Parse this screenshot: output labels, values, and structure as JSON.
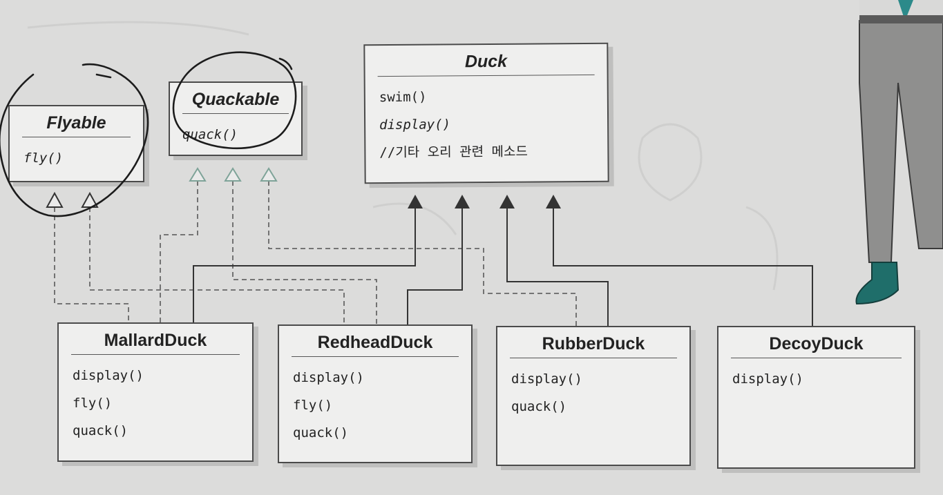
{
  "classes": {
    "duck": {
      "name": "Duck",
      "methods": [
        "swim()",
        "display()",
        "//기타 오리 관련 메소드"
      ]
    },
    "flyable": {
      "name": "Flyable",
      "methods": [
        "fly()"
      ]
    },
    "quackable": {
      "name": "Quackable",
      "methods": [
        "quack()"
      ]
    },
    "mallard": {
      "name": "MallardDuck",
      "methods": [
        "display()",
        "fly()",
        "quack()"
      ]
    },
    "redhead": {
      "name": "RedheadDuck",
      "methods": [
        "display()",
        "fly()",
        "quack()"
      ]
    },
    "rubber": {
      "name": "RubberDuck",
      "methods": [
        "display()",
        "quack()"
      ]
    },
    "decoy": {
      "name": "DecoyDuck",
      "methods": [
        "display()"
      ]
    }
  },
  "relations": {
    "inherits_duck": [
      "MallardDuck",
      "RedheadDuck",
      "RubberDuck",
      "DecoyDuck"
    ],
    "implements_flyable": [
      "MallardDuck",
      "RedheadDuck"
    ],
    "implements_quackable": [
      "MallardDuck",
      "RedheadDuck",
      "RubberDuck"
    ]
  },
  "colors": {
    "interface_arrow": "#8aa59c",
    "solid_arrow": "#333333",
    "box_fill": "#efefee"
  }
}
